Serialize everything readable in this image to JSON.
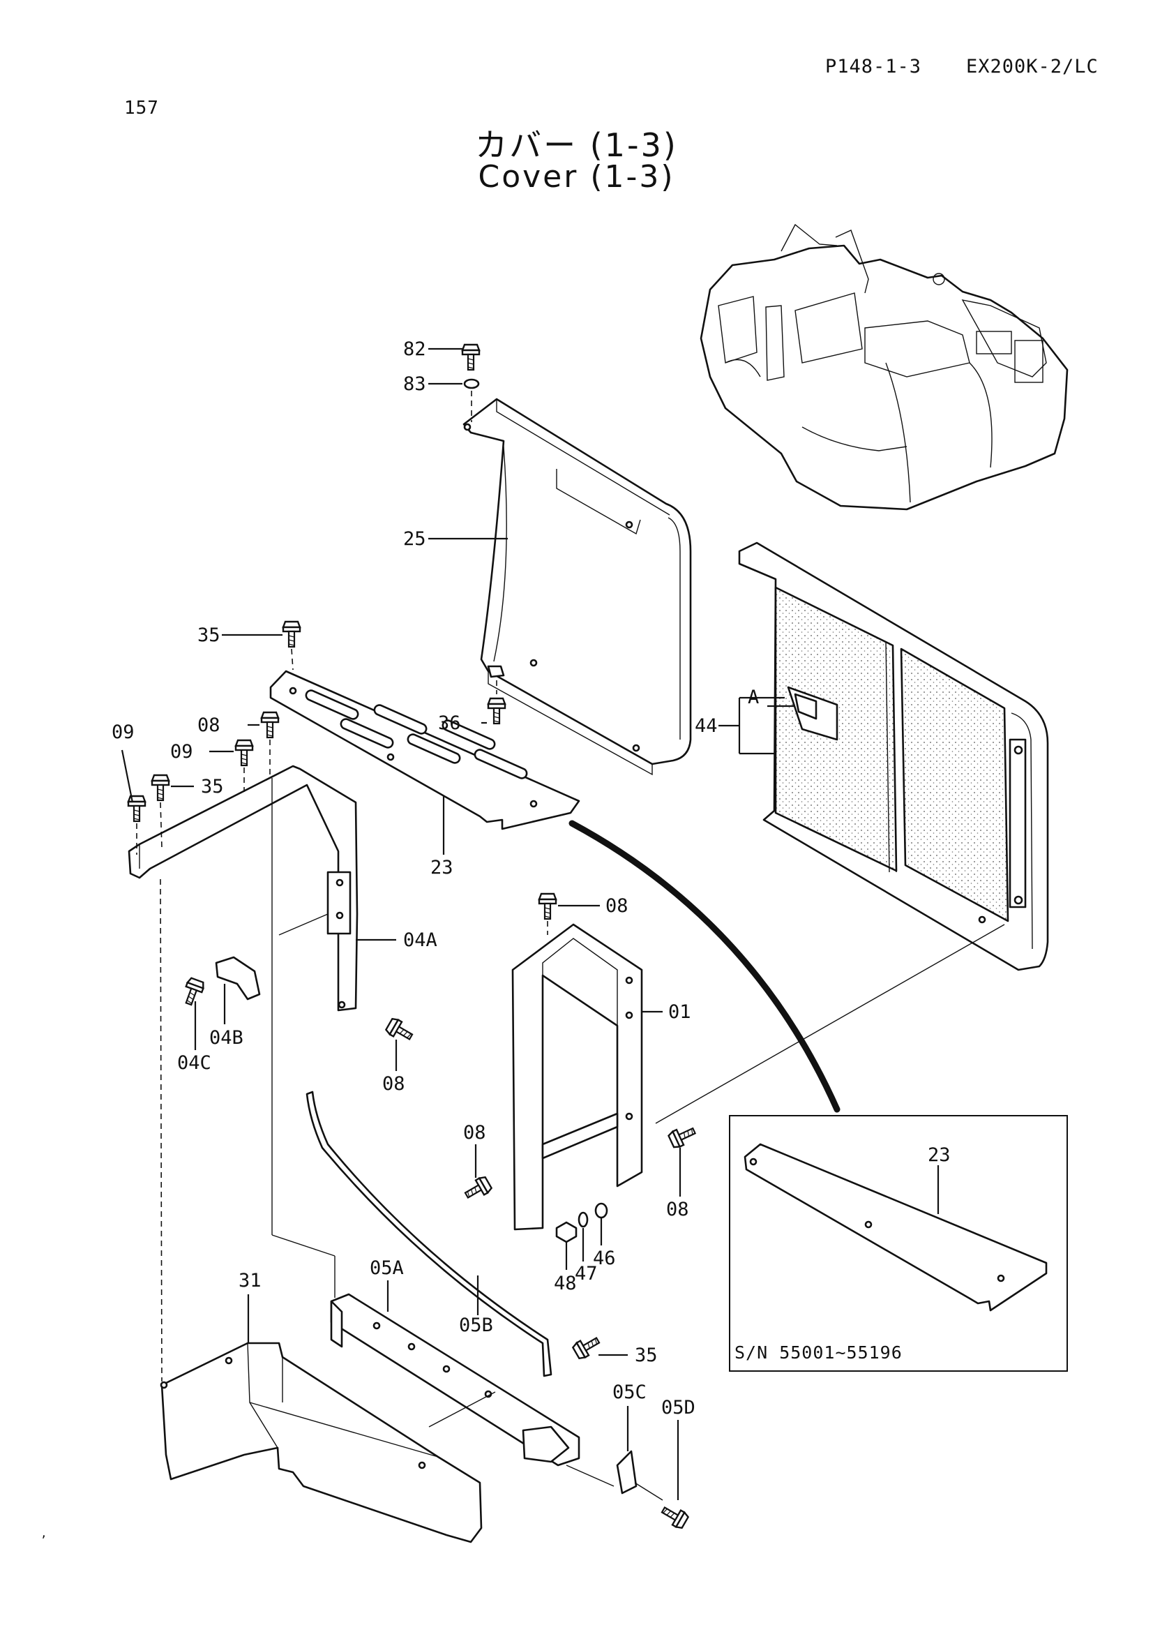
{
  "header": {
    "doc_ref": "P148-1-3",
    "model": "EX200K-2/LC",
    "page_number": "157"
  },
  "title": {
    "japanese": "カバー (1-3)",
    "english": "Cover (1-3)"
  },
  "callouts": {
    "c82": "82",
    "c83": "83",
    "c25": "25",
    "c35_top": "35",
    "c36": "36",
    "c44": "44",
    "cA": "A",
    "c09_left": "09",
    "c08_top": "08",
    "c09_mid": "09",
    "c35_mid": "35",
    "c23": "23",
    "c04A": "04A",
    "c04B": "04B",
    "c04C": "04C",
    "c08_04A": "08",
    "c08_01": "08",
    "c01": "01",
    "c08_left": "08",
    "c08_right": "08",
    "c48": "48",
    "c47": "47",
    "c46": "46",
    "c31": "31",
    "c05A": "05A",
    "c05B": "05B",
    "c35_bottom": "35",
    "c05C": "05C",
    "c05D": "05D"
  },
  "inset": {
    "part_label": "23",
    "serial_note": "S/N 55001~55196"
  },
  "footnote": ","
}
